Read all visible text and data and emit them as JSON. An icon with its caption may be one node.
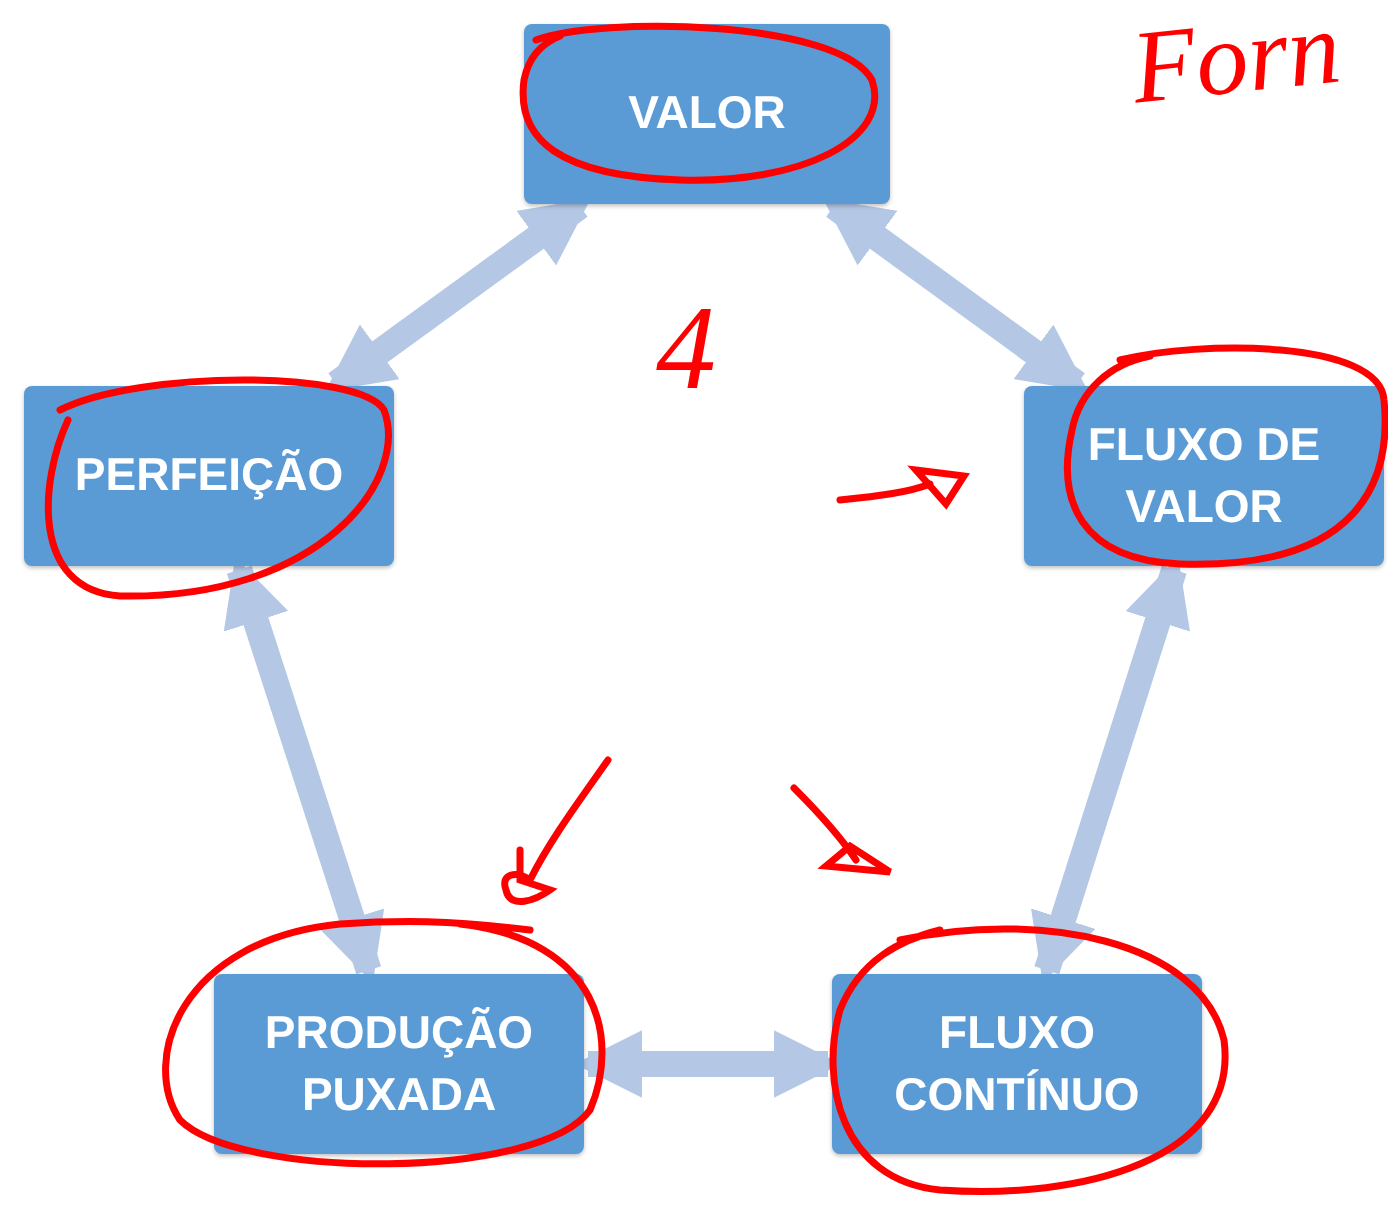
{
  "diagram": {
    "nodes": [
      {
        "text": [
          "VALOR"
        ]
      },
      {
        "text": [
          "PERFEIÇÃO"
        ]
      },
      {
        "text": [
          "FLUXO DE VALOR"
        ]
      },
      {
        "text": [
          "PRODUÇÃO PUXADA"
        ]
      },
      {
        "text": [
          "FLUXO CONTÍNUO"
        ]
      }
    ],
    "edges": [
      {
        "from": 0,
        "to": 1,
        "arrow": "both"
      },
      {
        "from": 0,
        "to": 2,
        "arrow": "both"
      },
      {
        "from": 2,
        "to": 4,
        "arrow": "both"
      },
      {
        "from": 4,
        "to": 3,
        "arrow": "both"
      },
      {
        "from": 3,
        "to": 1,
        "arrow": "both"
      }
    ],
    "labels": [
      "Forn",
      "4"
    ]
  }
}
